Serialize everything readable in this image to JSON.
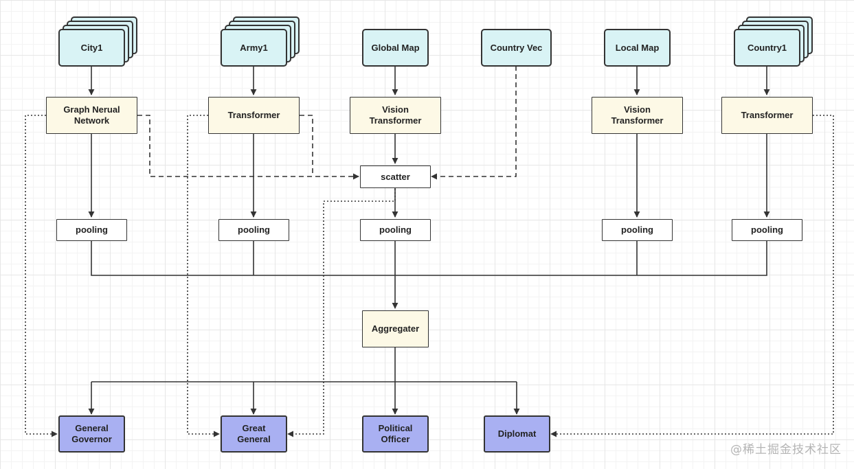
{
  "nodes": {
    "city": "City1",
    "army": "Army1",
    "global_map": "Global Map",
    "country_vec": "Country Vec",
    "local_map": "Local Map",
    "country": "Country1",
    "gnn": "Graph Nerual\nNetwork",
    "transformer_army": "Transformer",
    "vit_global": "Vision\nTransformer",
    "vit_local": "Vision\nTransformer",
    "transformer_country": "Transformer",
    "scatter": "scatter",
    "pooling": "pooling",
    "aggregater": "Aggregater",
    "general_governor": "General\nGovernor",
    "great_general": "Great\nGeneral",
    "political_officer": "Political\nOfficer",
    "diplomat": "Diplomat"
  },
  "watermark": "@稀土掘金技术社区",
  "colors": {
    "input_fill": "#d9f3f5",
    "process_fill": "#fdf9e6",
    "agent_fill": "#a9b0f2",
    "line": "#333333"
  }
}
